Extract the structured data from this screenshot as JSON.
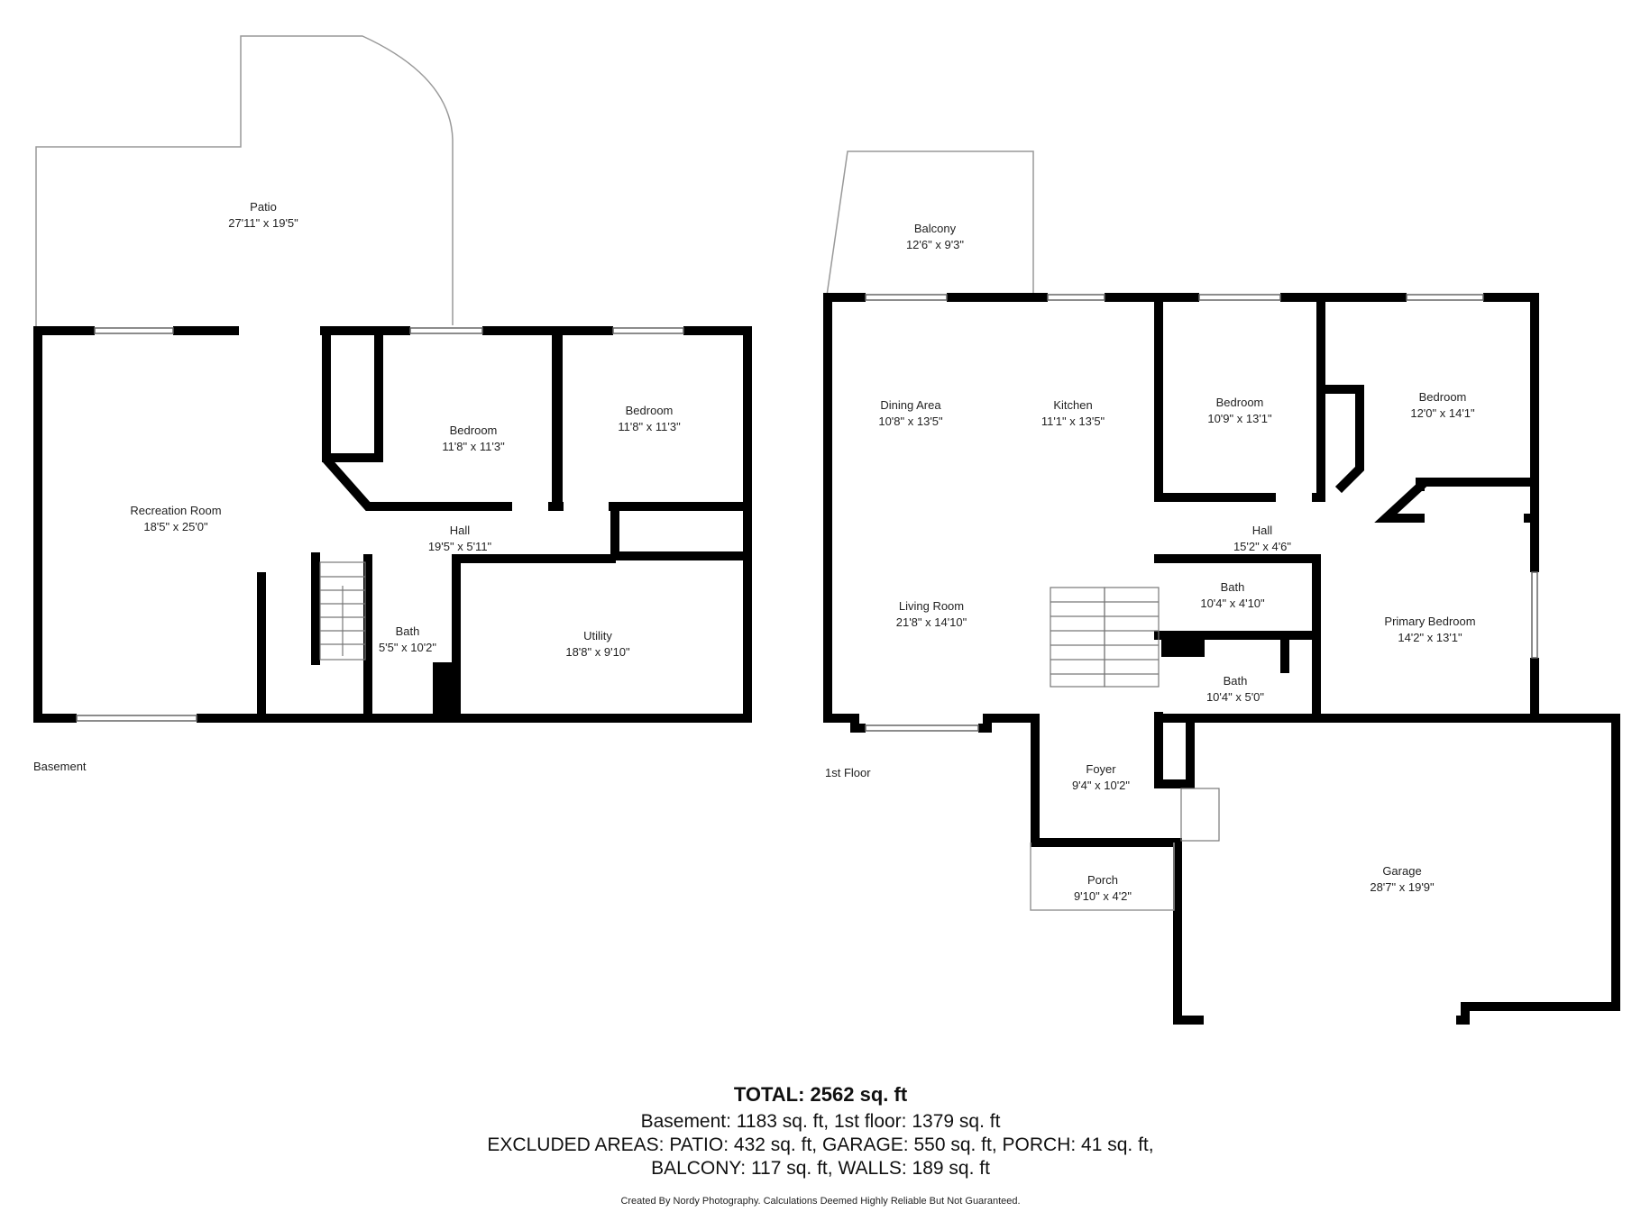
{
  "basement": {
    "floor_label": "Basement",
    "rooms": [
      {
        "name": "Patio",
        "dims": "27'11\" x 19'5\""
      },
      {
        "name": "Recreation Room",
        "dims": "18'5\" x 25'0\""
      },
      {
        "name": "Bedroom",
        "dims": "11'8\" x 11'3\""
      },
      {
        "name": "Bedroom",
        "dims": "11'8\" x 11'3\""
      },
      {
        "name": "Hall",
        "dims": "19'5\" x 5'11\""
      },
      {
        "name": "Bath",
        "dims": "5'5\" x 10'2\""
      },
      {
        "name": "Utility",
        "dims": "18'8\" x 9'10\""
      }
    ]
  },
  "first_floor": {
    "floor_label": "1st Floor",
    "rooms": [
      {
        "name": "Balcony",
        "dims": "12'6\" x 9'3\""
      },
      {
        "name": "Dining Area",
        "dims": "10'8\" x 13'5\""
      },
      {
        "name": "Kitchen",
        "dims": "11'1\" x 13'5\""
      },
      {
        "name": "Bedroom",
        "dims": "10'9\" x 13'1\""
      },
      {
        "name": "Bedroom",
        "dims": "12'0\" x 14'1\""
      },
      {
        "name": "Hall",
        "dims": "15'2\" x 4'6\""
      },
      {
        "name": "Living Room",
        "dims": "21'8\" x 14'10\""
      },
      {
        "name": "Bath",
        "dims": "10'4\" x 4'10\""
      },
      {
        "name": "Bath",
        "dims": "10'4\" x 5'0\""
      },
      {
        "name": "Primary Bedroom",
        "dims": "14'2\" x 13'1\""
      },
      {
        "name": "Foyer",
        "dims": "9'4\" x 10'2\""
      },
      {
        "name": "Porch",
        "dims": "9'10\" x 4'2\""
      },
      {
        "name": "Garage",
        "dims": "28'7\" x 19'9\""
      }
    ]
  },
  "summary": {
    "total": "TOTAL: 2562 sq. ft",
    "line1": "Basement: 1183 sq. ft, 1st floor: 1379 sq. ft",
    "line2": "EXCLUDED AREAS: PATIO: 432 sq. ft, GARAGE: 550 sq. ft, PORCH: 41 sq. ft,",
    "line3": "BALCONY: 117 sq. ft, WALLS: 189 sq. ft",
    "footer": "Created By Nordy Photography. Calculations Deemed Highly Reliable But Not Guaranteed."
  }
}
